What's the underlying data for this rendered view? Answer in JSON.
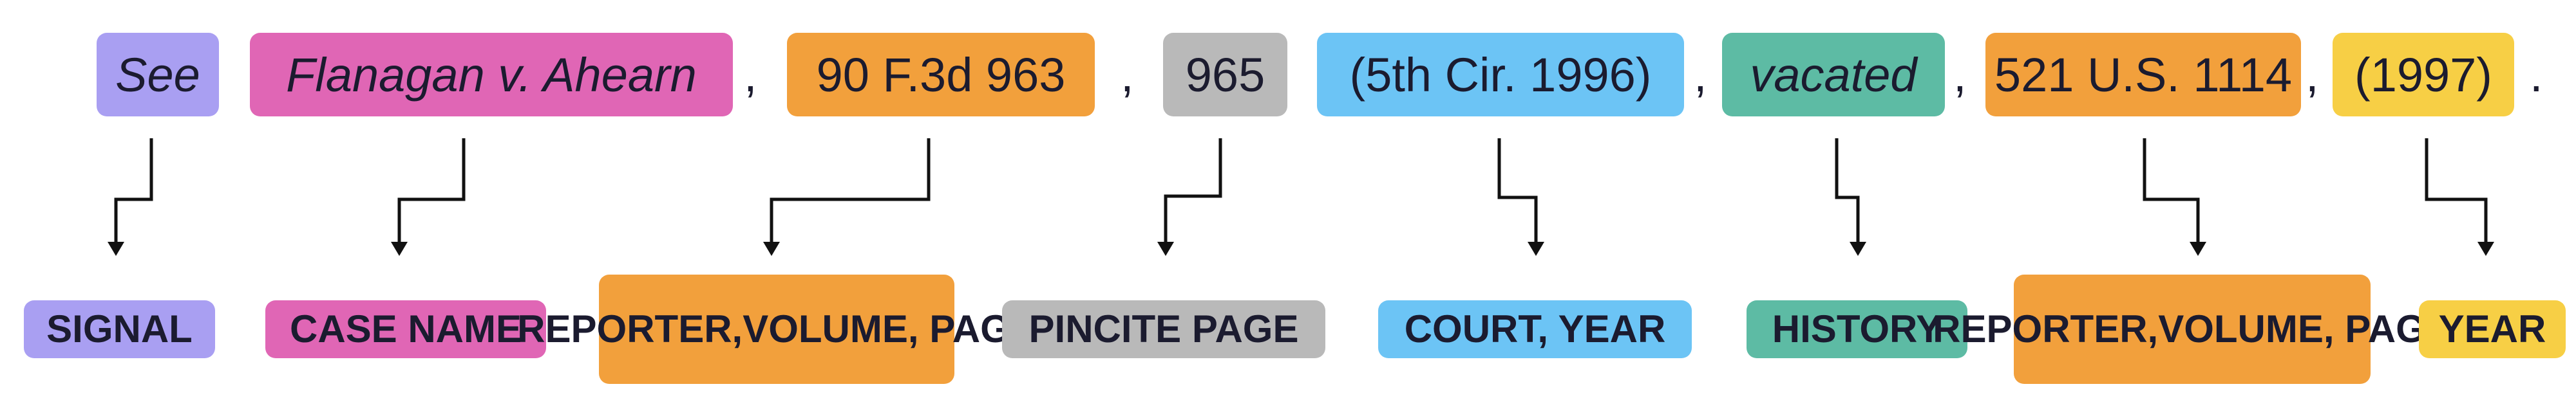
{
  "citation": {
    "tokens": [
      {
        "id": "signal",
        "text": "See",
        "color": "#a99ff2",
        "italic": true
      },
      {
        "id": "case-name",
        "text": "Flanagan v. Ahearn",
        "color": "#e066b5",
        "italic": true
      },
      {
        "id": "reporter-1",
        "text": "90 F.3d 963",
        "color": "#f2a03c",
        "italic": false
      },
      {
        "id": "pincite",
        "text": "965",
        "color": "#b9b9b9",
        "italic": false
      },
      {
        "id": "court-year",
        "text": "(5th Cir. 1996)",
        "color": "#6cc4f5",
        "italic": false
      },
      {
        "id": "history",
        "text": "vacated",
        "color": "#5dbba4",
        "italic": true
      },
      {
        "id": "reporter-2",
        "text": "521 U.S. 1114",
        "color": "#f2a03c",
        "italic": false
      },
      {
        "id": "year",
        "text": "(1997)",
        "color": "#f7cf45",
        "italic": false
      }
    ],
    "separators": [
      ",",
      ",",
      ",",
      ",",
      ",",
      "."
    ]
  },
  "labels": [
    {
      "id": "signal",
      "lines": [
        "SIGNAL"
      ],
      "color": "#a99ff2"
    },
    {
      "id": "case-name",
      "lines": [
        "CASE NAME"
      ],
      "color": "#e066b5"
    },
    {
      "id": "reporter-1",
      "lines": [
        "REPORTER,",
        "VOLUME, PAGE"
      ],
      "color": "#f2a03c"
    },
    {
      "id": "pincite",
      "lines": [
        "PINCITE PAGE"
      ],
      "color": "#b9b9b9"
    },
    {
      "id": "court-year",
      "lines": [
        "COURT, YEAR"
      ],
      "color": "#6cc4f5"
    },
    {
      "id": "history",
      "lines": [
        "HISTORY"
      ],
      "color": "#5dbba4"
    },
    {
      "id": "reporter-2",
      "lines": [
        "REPORTER,",
        "VOLUME, PAGE"
      ],
      "color": "#f2a03c"
    },
    {
      "id": "year",
      "lines": [
        "YEAR"
      ],
      "color": "#f7cf45"
    }
  ],
  "connector_color": "#111111"
}
